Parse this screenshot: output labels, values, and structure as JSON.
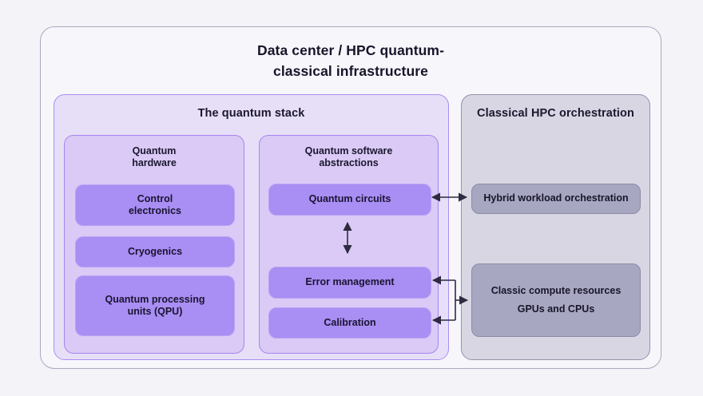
{
  "page": {
    "title": "Data center / HPC quantum-\nclassical infrastructure"
  },
  "quantum_stack": {
    "title": "The quantum stack",
    "hardware_group": {
      "label": "Quantum\nhardware",
      "control_electronics": "Control\nelectronics",
      "cryogenics": "Cryogenics",
      "qpu": "Quantum processing\nunits (QPU)"
    },
    "software_group": {
      "label": "Quantum software\nabstractions",
      "quantum_circuits": "Quantum circuits",
      "error_management": "Error management",
      "calibration": "Calibration"
    }
  },
  "classical": {
    "title": "Classical HPC orchestration",
    "hybrid_workload": "Hybrid workload orchestration",
    "compute_line1": "Classic compute resources",
    "compute_line2": "GPUs and CPUs"
  },
  "connections": [
    {
      "from": "quantum_circuits",
      "to": "hybrid_workload",
      "direction": "bidirectional"
    },
    {
      "from": "quantum_circuits",
      "to": "error_management",
      "direction": "bidirectional"
    },
    {
      "from": "classic_compute_resources",
      "to": "error_management",
      "direction": "into-error-management"
    },
    {
      "from": "classic_compute_resources",
      "to": "calibration",
      "direction": "into-calibration"
    }
  ],
  "colors": {
    "page_background": "#f4f3f8",
    "container_fill": "#f7f6fb",
    "quantum_panel_fill": "#e7dff7",
    "quantum_panel_border": "#a98ff2",
    "group_fill": "#dacaf5",
    "group_border": "#a685ef",
    "purple_node_fill": "#a98ef3",
    "classical_panel_fill": "#d7d6e2",
    "gray_node_fill": "#a7a7c2",
    "arrow_color": "#2e2a40",
    "text_color": "#1b1730"
  }
}
